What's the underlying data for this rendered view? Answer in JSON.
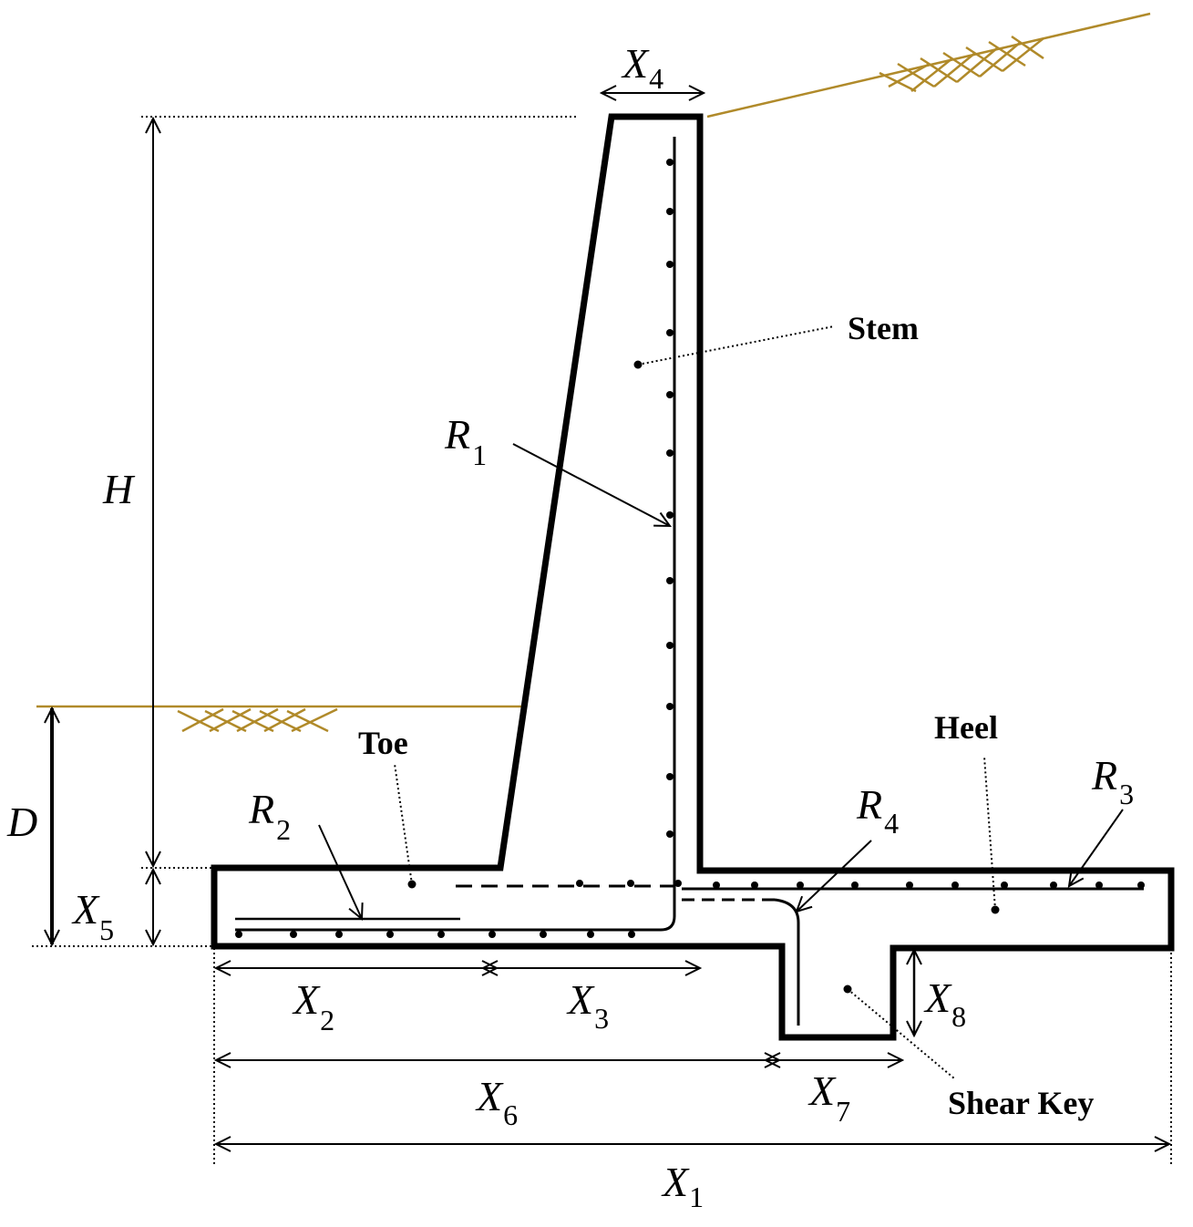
{
  "colors": {
    "outline": "#000000",
    "ground": "#b08a2a",
    "background": "#ffffff"
  },
  "components": {
    "stem": "Stem",
    "toe": "Toe",
    "heel": "Heel",
    "shear_key": "Shear Key"
  },
  "rebars": {
    "r1": {
      "base": "R",
      "sub": "1"
    },
    "r2": {
      "base": "R",
      "sub": "2"
    },
    "r3": {
      "base": "R",
      "sub": "3"
    },
    "r4": {
      "base": "R",
      "sub": "4"
    }
  },
  "dimensions": {
    "h": "H",
    "d": "D",
    "x1": {
      "base": "X",
      "sub": "1"
    },
    "x2": {
      "base": "X",
      "sub": "2"
    },
    "x3": {
      "base": "X",
      "sub": "3"
    },
    "x4": {
      "base": "X",
      "sub": "4"
    },
    "x5": {
      "base": "X",
      "sub": "5"
    },
    "x6": {
      "base": "X",
      "sub": "6"
    },
    "x7": {
      "base": "X",
      "sub": "7"
    },
    "x8": {
      "base": "X",
      "sub": "8"
    }
  }
}
